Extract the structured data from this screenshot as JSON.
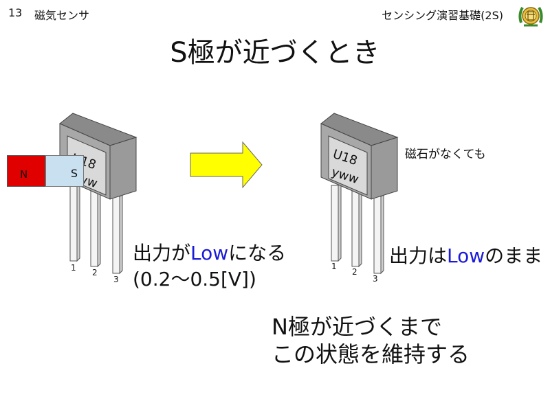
{
  "header": {
    "page_number": "13",
    "section": "磁気センサ",
    "course": "センシング演習基礎(2S)"
  },
  "title": "S極が近づくとき",
  "left_sensor": {
    "marking_line1": "U18",
    "marking_line2": "yww",
    "pins": [
      "1",
      "2",
      "3"
    ]
  },
  "right_sensor": {
    "marking_line1": "U18",
    "marking_line2": "yww",
    "pins": [
      "1",
      "2",
      "3"
    ]
  },
  "magnet": {
    "north_label": "N",
    "south_label": "S"
  },
  "left_output": {
    "prefix": "出力が",
    "level": "Low",
    "suffix": "になる",
    "voltage": "(0.2〜0.5[V])"
  },
  "right_note": "磁石がなくても",
  "right_output": {
    "prefix": "出力は",
    "level": "Low",
    "suffix": "のまま"
  },
  "conclusion": {
    "line1": "N極が近づくまで",
    "line2": "この状態を維持する"
  },
  "colors": {
    "magnet_north": "#e00000",
    "magnet_south": "#c8e0f0",
    "arrow": "#ffff00",
    "highlight_text": "#1a1ad8"
  }
}
